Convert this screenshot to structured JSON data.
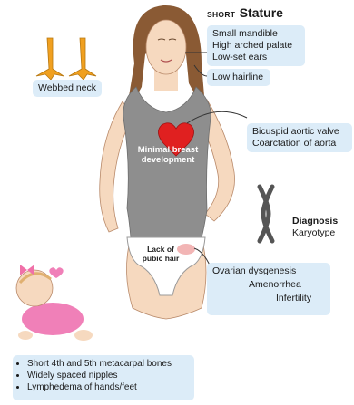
{
  "title": {
    "prefix": "SHORT",
    "main": "Stature"
  },
  "facial_features": [
    "Small mandible",
    "High arched palate",
    "Low-set ears"
  ],
  "webbed_neck": "Webbed neck",
  "low_hairline": "Low hairline",
  "cardiac": [
    "Bicuspid aortic valve",
    "Coarctation of aorta"
  ],
  "breast": "Minimal breast development",
  "diagnosis": {
    "label": "Diagnosis",
    "value": "Karyotype"
  },
  "pubic_hair": "Lack of pubic hair",
  "ovarian": {
    "title": "Ovarian dysgenesis",
    "sub1": "Amenorrhea",
    "sub2": "Infertility"
  },
  "hand_findings": [
    "Short 4th and 5th metacarpal bones",
    "Widely spaced nipples",
    "Lymphedema of hands/feet"
  ],
  "colors": {
    "box": "#dcecf8",
    "skin": "#f6d9bf",
    "hair": "#8a5a34",
    "tank": "#8e8e8e",
    "heart": "#e02020",
    "duck": "#f0a020"
  }
}
